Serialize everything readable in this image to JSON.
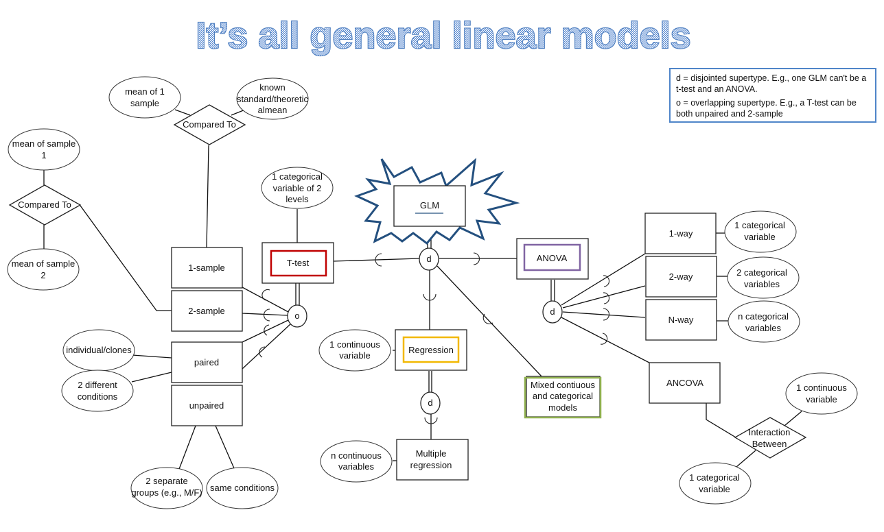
{
  "title": "It’s all general linear models",
  "legend": {
    "d_text": "d = disjointed supertype. E.g., one GLM can't be a t-test and an ANOVA.",
    "o_text": "o = overlapping supertype. E.g., a T-test can be both unpaired and 2-sample"
  },
  "colors": {
    "title_blue": "#4f7fc0",
    "starburst": "#24507f",
    "ttest": "#c00000",
    "anova": "#8064a2",
    "regression": "#f2b800",
    "mixed": "#8fb04e",
    "legend_border": "#4f85c9"
  },
  "nodes": {
    "glm": "GLM",
    "ttest": "T-test",
    "anova": "ANOVA",
    "regression": "Regression",
    "mixed": [
      "Mixed contiuous",
      "and categorical",
      "models"
    ],
    "one_sample": "1-sample",
    "two_sample": "2-sample",
    "paired": "paired",
    "unpaired": "unpaired",
    "multiple_regression": [
      "Multiple",
      "regression"
    ],
    "one_way": "1-way",
    "two_way": "2-way",
    "n_way": "N-way",
    "ancova": "ANCOVA"
  },
  "relations": {
    "compared_to_1": "Compared To",
    "compared_to_2": "Compared To",
    "interaction": [
      "Interaction",
      "Between"
    ]
  },
  "attributes": {
    "mean_of_1_sample": [
      "mean of 1",
      "sample"
    ],
    "known_standard": [
      "known",
      "standard/theoretic",
      "almean"
    ],
    "mean_sample_1": [
      "mean of sample",
      "1"
    ],
    "mean_sample_2": [
      "mean of sample",
      "2"
    ],
    "ttest_cat": [
      "1 categorical",
      "variable of 2",
      "levels"
    ],
    "individual_clones": "individual/clones",
    "two_different_conditions": [
      "2 different",
      "conditions"
    ],
    "two_separate_groups": [
      "2 separate",
      "groups (e.g., M/F)"
    ],
    "same_conditions": "same conditions",
    "one_continuous_reg": [
      "1 continuous",
      "variable"
    ],
    "n_continuous": [
      "n continuous",
      "variables"
    ],
    "one_cat_1way": [
      "1 categorical",
      "variable"
    ],
    "two_cat_2way": [
      "2 categorical",
      "variables"
    ],
    "n_cat_nway": [
      "n categorical",
      "variables"
    ],
    "ancova_cont": [
      "1 continuous",
      "variable"
    ],
    "ancova_cat": [
      "1 categorical",
      "variable"
    ]
  },
  "connectors": {
    "glm_d": "d",
    "ttest_o": "o",
    "reg_d": "d",
    "anova_d": "d"
  }
}
